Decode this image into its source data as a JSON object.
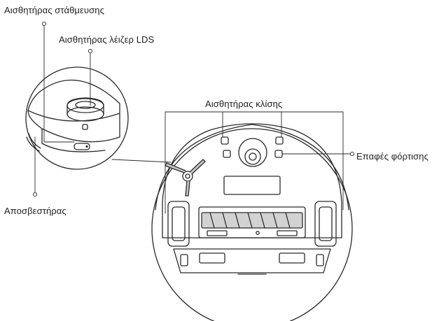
{
  "labels": {
    "docking_sensor": "Αισθητήρας στάθμευσης",
    "lds_laser_sensor": "Αισθητήρας λέιζερ LDS",
    "cliff_sensor": "Αισθητήρας κλίσης",
    "charging_contacts": "Επαφές φόρτισης",
    "bumper": "Αποσβεστήρας"
  },
  "colors": {
    "line": "#2a2a2a",
    "text": "#222222",
    "background": "#ffffff"
  }
}
